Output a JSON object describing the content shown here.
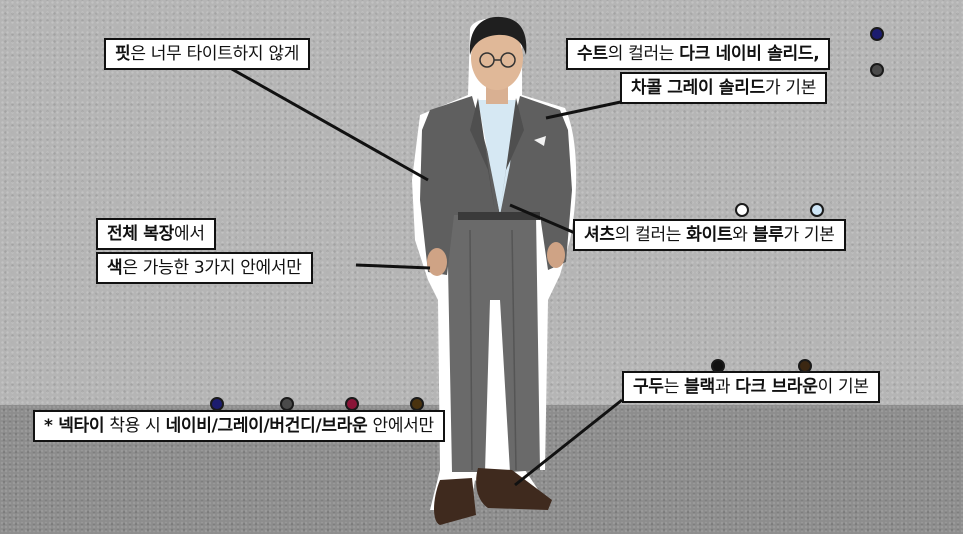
{
  "labels": {
    "fit": {
      "bold": "핏",
      "rest": "은 너무 타이트하지 않게"
    },
    "suit_color_1": {
      "b1": "수트",
      "t1": "의 컬러는 ",
      "b2": "다크 네이비 솔리드,"
    },
    "suit_color_2": {
      "b1": "차콜 그레이 솔리드",
      "t1": "가 기본"
    },
    "outfit_1": {
      "b1": "전체 복장",
      "t1": "에서"
    },
    "outfit_2": {
      "b1": "색",
      "t1": "은 가능한 3가지 안에서만"
    },
    "shirt": {
      "b1": "셔츠",
      "t1": "의 컬러는 ",
      "b2": "화이트",
      "t2": "와 ",
      "b3": "블루",
      "t3": "가 기본"
    },
    "shoes": {
      "b1": "구두",
      "t1": "는 ",
      "b2": "블랙",
      "t2": "과 ",
      "b3": "다크 브라운",
      "t3": "이 기본"
    },
    "necktie": {
      "b1": "* 넥타이",
      "t1": " 착용 시 ",
      "b2": "네이비/그레이/버건디/브라운",
      "t2": " 안에서만"
    }
  },
  "colors": {
    "navy": "#1c1c6e",
    "charcoal": "#4a4a4a",
    "white": "#ffffff",
    "light_blue": "#cfe6f7",
    "burgundy": "#8a1538",
    "brown": "#4a3310",
    "black": "#111111",
    "dark_brown": "#3b2712"
  }
}
